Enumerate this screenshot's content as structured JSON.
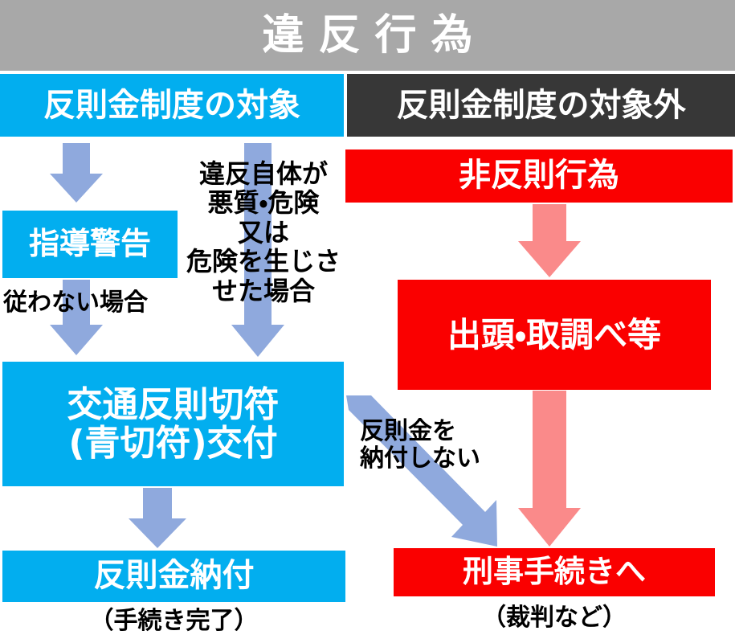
{
  "title": {
    "text": "違反行為"
  },
  "columns": {
    "left": {
      "header": "反則金制度の対象",
      "color": "#02aeef"
    },
    "right": {
      "header": "反則金制度の対象外",
      "color": "#373737"
    }
  },
  "boxes": {
    "shidou_keikoku": "指導警告",
    "kotsu_hansoku_kippu": "交通反則切符\n(青切符)交付",
    "hansokukin_nofu": "反則金納付",
    "hi_hansoku_koui": "非反則行為",
    "shuttou_torishirabe": "出頭・取調べ等",
    "keiji_tetsuzuki": "刑事手続きへ"
  },
  "captions": {
    "shitagawanai": "従わない場合",
    "akushitsu_kiken": "違反自体が\n悪質・危険\n又は\n危険を生じさ\nせた場合",
    "hansokukin_wo_nofu_shinai": "反則金を\n納付しない",
    "tetsuzuki_kanryo": "（手続き完了）",
    "saiban_nado": "（裁判など）"
  },
  "colors": {
    "title_band": "#a8a8a8",
    "cyan": "#02aeef",
    "dark": "#373737",
    "red": "#fa0000",
    "blue_arrow": "#8fa9dd",
    "red_arrow": "#fa8a8a",
    "text_white": "#ffffff",
    "text_black": "#000000",
    "background": "#ffffff"
  },
  "arrows": [
    {
      "name": "header-to-shidou",
      "color": "#8fa9dd",
      "direction": "down"
    },
    {
      "name": "shidou-to-kippu",
      "color": "#8fa9dd",
      "direction": "down"
    },
    {
      "name": "header-to-kippu-right",
      "color": "#8fa9dd",
      "direction": "down"
    },
    {
      "name": "kippu-to-nofu",
      "color": "#8fa9dd",
      "direction": "down"
    },
    {
      "name": "kippu-to-keiji-diagonal",
      "color": "#8fa9dd",
      "direction": "diagonal-down-right"
    },
    {
      "name": "hihansoku-to-shuttou",
      "color": "#fa8a8a",
      "direction": "down"
    },
    {
      "name": "shuttou-to-keiji",
      "color": "#fa8a8a",
      "direction": "down"
    }
  ]
}
